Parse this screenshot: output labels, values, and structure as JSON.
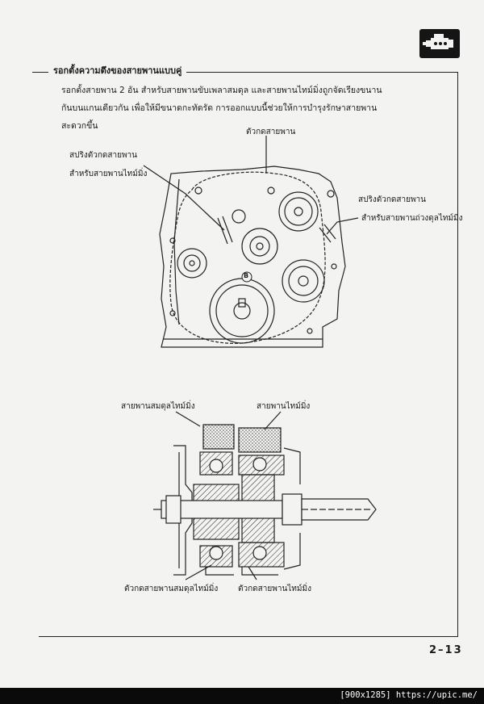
{
  "section": {
    "title": "รอกตั้งความตึงของสายพานแบบคู่"
  },
  "intro": {
    "line1": "รอกตั้งสายพาน 2 อัน สำหรับสายพานขับเพลาสมดุล และสายพานไทม์มิ่งถูกจัดเรียงขนาน",
    "line2": "กันบนแกนเดียวกัน   เพื่อให้มีขนาดกะทัดรัด   การออกแบบนี้ช่วยให้การบำรุงรักษาสายพาน",
    "line3": "สะดวกขึ้น"
  },
  "diagram1": {
    "label_tensioner": "ตัวกดสายพาน",
    "label_spring_left_1": "สปริงตัวกดสายพาน",
    "label_spring_left_2": "สำหรับสายพานไทม์มิ่ง",
    "label_spring_right_1": "สปริงตัวกดสายพาน",
    "label_spring_right_2": "สำหรับสายพานถ่วงดุลไทม์มิ่ง",
    "marker": "B"
  },
  "diagram2": {
    "label_balancer_belt": "สายพานสมดุลไทม์มิ่ง",
    "label_timing_belt": "สายพานไทม์มิ่ง",
    "label_balancer_tensioner": "ตัวกดสายพานสมดุลไทม์มิ่ง",
    "label_timing_tensioner": "ตัวกดสายพานไทม์มิ่ง"
  },
  "page_number": "2–13",
  "watermark": "[900x1285] https://upic.me/"
}
